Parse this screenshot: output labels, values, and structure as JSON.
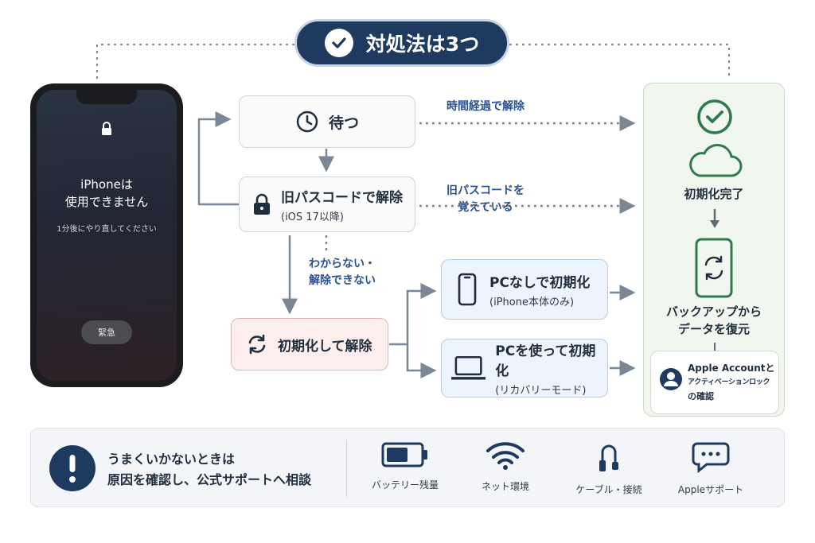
{
  "title": "対処法は3つ",
  "phone": {
    "message_line1": "iPhoneは",
    "message_line2": "使用できません",
    "retry_text": "1分後にやり直してください",
    "emergency_label": "緊急"
  },
  "steps": {
    "wait": {
      "label": "待つ",
      "note": "時間経過で解除"
    },
    "old_passcode": {
      "label": "旧パスコードで解除",
      "sub": "(iOS 17以降)",
      "note_line1": "旧パスコードを",
      "note_line2": "覚えている",
      "fail_line1": "わからない・",
      "fail_line2": "解除できない"
    },
    "reset": {
      "label": "初期化して解除"
    },
    "no_pc": {
      "label": "PCなしで初期化",
      "sub": "(iPhone本体のみ)"
    },
    "with_pc": {
      "label": "PCを使って初期化",
      "sub": "(リカバリーモード)"
    }
  },
  "result": {
    "done_label": "初期化完了",
    "restore_line1": "バックアップから",
    "restore_line2": "データを復元",
    "account_line1": "Apple Accountと",
    "account_line2": "アクティベーションロック",
    "account_line3": "の確認"
  },
  "help": {
    "line1": "うまくいかないときは",
    "line2": "原因を確認し、公式サポートへ相談",
    "items": [
      {
        "label": "バッテリー残量",
        "icon": "battery-icon"
      },
      {
        "label": "ネット環境",
        "icon": "wifi-icon"
      },
      {
        "label": "ケーブル・接続",
        "icon": "cable-icon"
      },
      {
        "label": "Appleサポート",
        "icon": "chat-bubble-icon"
      }
    ]
  },
  "colors": {
    "navy": "#1f3a5f",
    "accent_blue": "#2a5290",
    "green": "#2f7a4b",
    "connector": "#7c8795"
  }
}
